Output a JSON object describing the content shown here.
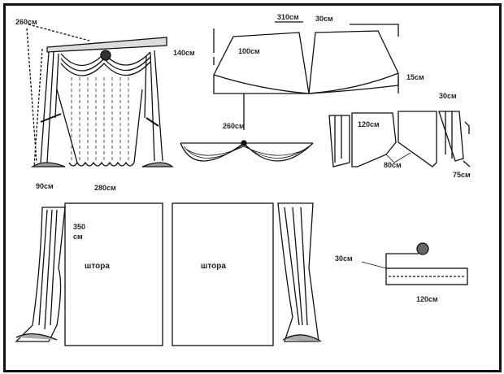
{
  "labels": {
    "cornice_length": "260см",
    "lambrequin_height": "140см",
    "curtain_width_side": "90см",
    "tulle_width": "280см",
    "swag_top_width": "310см",
    "swag_overlap": "30см",
    "swag_depth": "100см",
    "swag_side_drop": "15см",
    "swag_total_width": "260см",
    "jabot_width": "30см",
    "panel_width": "120см",
    "panel_point": "80см",
    "jabot_length": "75см",
    "curtain_height": "350\nсм",
    "curtain_left": "штора",
    "curtain_right": "штора",
    "tieback_height": "30см",
    "tieback_length": "120см"
  }
}
